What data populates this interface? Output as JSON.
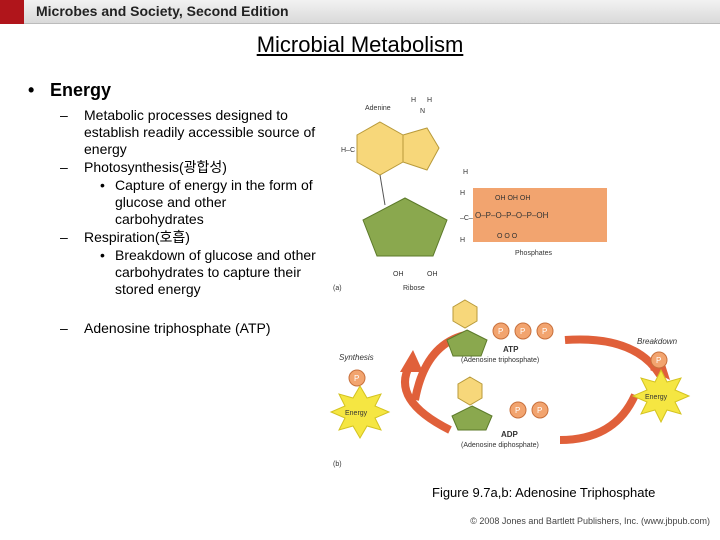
{
  "header": {
    "title": "Microbes and Society, Second Edition"
  },
  "slide": {
    "title": "Microbial Metabolism",
    "bullet_main": "Energy",
    "sub1": "Metabolic processes designed to establish readily accessible source of energy",
    "sub2": "Photosynthesis(광합성)",
    "sub2_detail": "Capture of energy in the form of glucose and other carbohydrates",
    "sub3": "Respiration(호흡)",
    "sub3_detail": "Breakdown of glucose and other carbohydrates to capture their stored energy",
    "sub4": "Adenosine triphosphate (ATP)"
  },
  "figure": {
    "panel_a": "(a)",
    "panel_b": "(b)",
    "adenine_label": "Adenine",
    "ribose_label": "Ribose",
    "phosphates_label": "Phosphates",
    "atp_label": "ATP",
    "atp_full": "(Adenosine triphosphate)",
    "adp_label": "ADP",
    "adp_full": "(Adenosine diphosphate)",
    "synthesis_label": "Synthesis",
    "breakdown_label": "Breakdown",
    "energy_label": "Energy",
    "p_label": "P",
    "colors": {
      "adenine": "#f7d77a",
      "ribose": "#8aa84e",
      "phosphate": "#f2a46f",
      "arrow": "#e0603a",
      "burst": "#f5e642"
    }
  },
  "caption": "Figure 9.7a,b: Adenosine Triphosphate",
  "copyright": "© 2008 Jones and Bartlett Publishers, Inc. (www.jbpub.com)"
}
